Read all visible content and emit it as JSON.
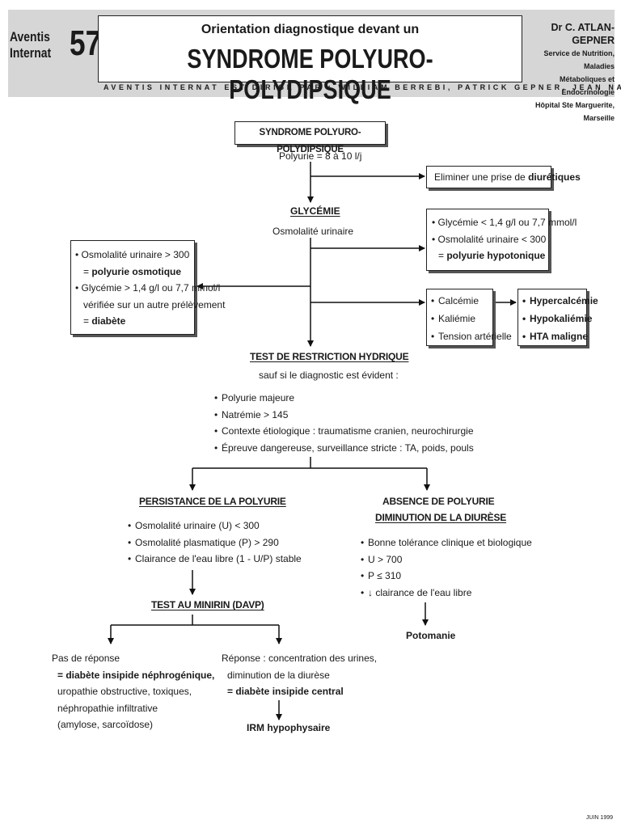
{
  "header": {
    "brand_line1": "Aventis",
    "brand_line2": "Internat",
    "number": "57",
    "subtitle": "Orientation diagnostique devant un",
    "title": "SYNDROME POLYURO-POLYDIPSIQUE",
    "author_name": "Dr C. ATLAN-GEPNER",
    "author_dept1": "Service de Nutrition, Maladies",
    "author_dept2": "Métaboliques et Endocrinologie",
    "author_hospital": "Hôpital Ste Marguerite, Marseille",
    "directors": "AVENTIS INTERNAT EST DIRIGÉ PAR : WILLIAM BERREBI, PATRICK GEPNER, JEAN NAU"
  },
  "flow": {
    "root": "SYNDROME POLYURO-POLYDIPSIQUE",
    "polyurie": "Polyurie = 8 à 10 l/j",
    "eliminer_prefix": "Eliminer une prise de ",
    "eliminer_bold": "diurétiques",
    "glycemie": "GLYCÉMIE",
    "osmolalite": "Osmolalité urinaire",
    "left_box": {
      "l1": "Osmolalité urinaire > 300",
      "l2_prefix": "= ",
      "l2_bold": "polyurie osmotique",
      "l3": "Glycémie > 1,4 g/l ou 7,7 mmol/l",
      "l4": "vérifiée sur un autre prélèvement",
      "l5_prefix": "= ",
      "l5_bold": "diabète"
    },
    "right_box1": {
      "l1": "Glycémie < 1,4 g/l ou 7,7 mmol/l",
      "l2": "Osmolalité urinaire < 300",
      "l3_prefix": "= ",
      "l3_bold": "polyurie hypotonique"
    },
    "right_box2": [
      "Calcémie",
      "Kaliémie",
      "Tension artérielle"
    ],
    "right_box3": [
      "Hypercalcémie",
      "Hypokaliémie",
      "HTA maligne"
    ],
    "test_restriction": "TEST DE RESTRICTION HYDRIQUE",
    "sauf": "sauf si le diagnostic est évident :",
    "conditions": [
      "Polyurie majeure",
      "Natrémie > 145",
      "Contexte étiologique : traumatisme cranien, neurochirurgie",
      "Épreuve dangereuse, surveillance stricte : TA, poids, pouls"
    ],
    "persistance": "PERSISTANCE DE LA POLYURIE",
    "persistance_items": [
      "Osmolalité urinaire (U) < 300",
      "Osmolalité plasmatique (P) > 290",
      "Clairance de l'eau libre (1 - U/P) stable"
    ],
    "absence_l1": "ABSENCE DE POLYURIE",
    "absence_l2": "DIMINUTION DE LA DIURÈSE",
    "absence_items": [
      "Bonne tolérance clinique et biologique",
      "U > 700",
      "P ≤ 310",
      "↓ clairance de l'eau libre"
    ],
    "potomanie": "Potomanie",
    "test_minirin": "TEST AU MINIRIN (DAVP)",
    "pas_reponse": {
      "l1": "Pas de réponse",
      "l2": "= diabète insipide néphrogénique,",
      "l3": "uropathie obstructive, toxiques,",
      "l4": "néphropathie infiltrative",
      "l5": "(amylose, sarcoïdose)"
    },
    "reponse": {
      "l1": "Réponse : concentration des urines,",
      "l2": "diminution de la diurèse",
      "l3": "= diabète insipide central"
    },
    "irm": "IRM hypophysaire"
  },
  "footer": {
    "date": "JUIN 1999"
  }
}
